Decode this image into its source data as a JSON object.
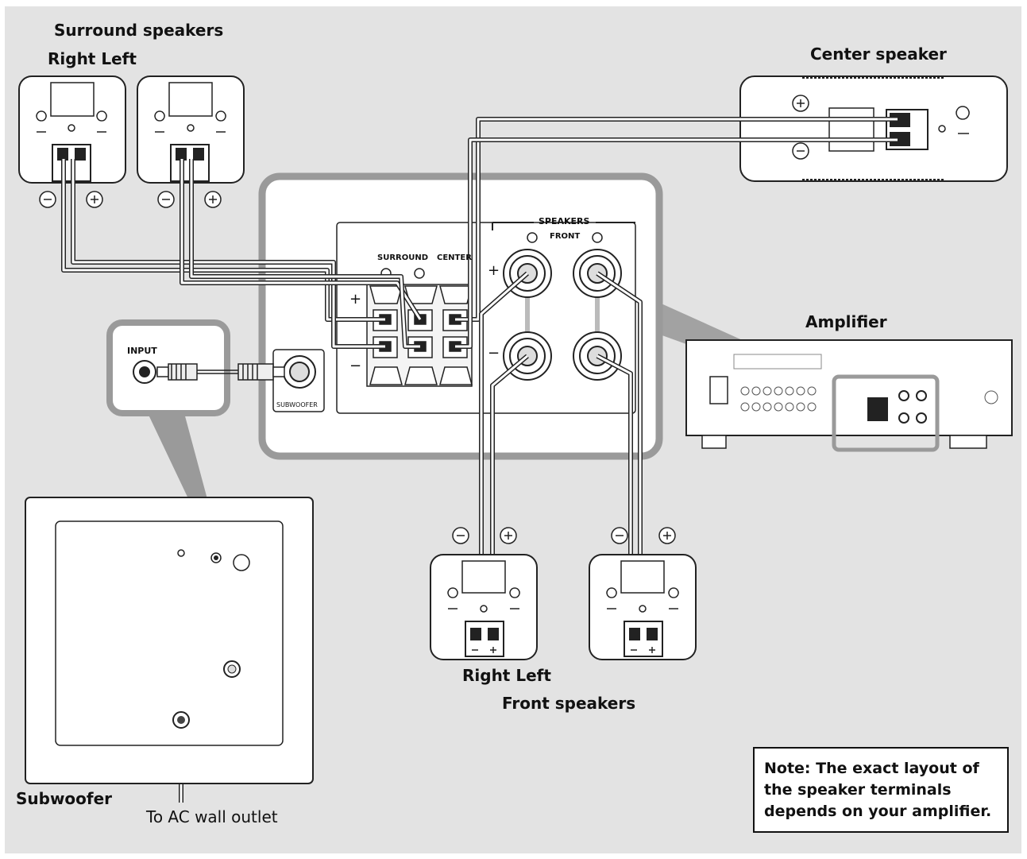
{
  "labels": {
    "surround_speakers": "Surround speakers",
    "surround_right_left": "Right Left",
    "center_speaker": "Center speaker",
    "amplifier": "Amplifier",
    "front_right_left": "Right Left",
    "front_speakers": "Front speakers",
    "subwoofer": "Subwoofer",
    "ac_outlet": "To AC wall outlet"
  },
  "terminal_panel": {
    "speakers": "SPEAKERS",
    "front": "FRONT",
    "surround": "SURROUND",
    "center": "CENTER",
    "plus": "+",
    "minus": "−",
    "subwoofer": "SUBWOOFER",
    "input": "INPUT"
  },
  "note": {
    "line1": "Note: The exact layout of",
    "line2": "the speaker terminals",
    "line3": "depends on your amplifier."
  },
  "colors": {
    "background_panel": "#e3e3e3",
    "callout_border": "#9a9a9a",
    "line": "#222222"
  }
}
